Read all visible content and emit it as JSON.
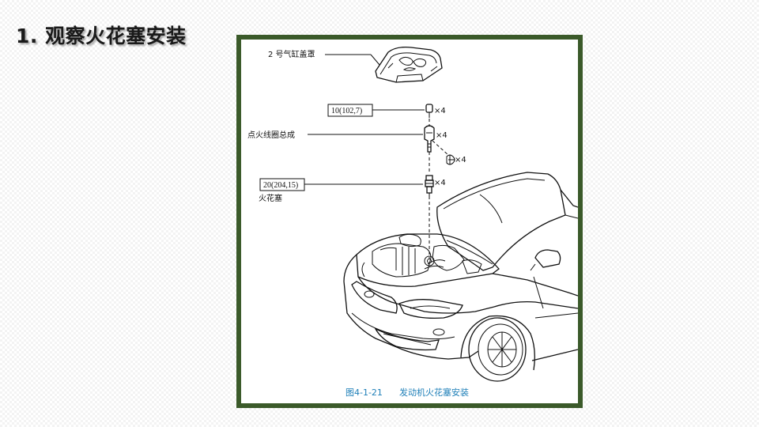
{
  "slide": {
    "title": "1. 观察火花塞安装"
  },
  "figure": {
    "labels": {
      "cylinder_cover": "2 号气缸盖罩",
      "torque_1": "10(102,7)",
      "ignition_coil": "点火线圈总成",
      "torque_2": "20(204,15)",
      "spark_plug": "火花塞"
    },
    "quantities": {
      "bolt": "×4",
      "coil": "×4",
      "connector": "×4",
      "plug": "×4"
    },
    "caption": {
      "number": "图4-1-21",
      "text": "发动机火花塞安装"
    }
  }
}
